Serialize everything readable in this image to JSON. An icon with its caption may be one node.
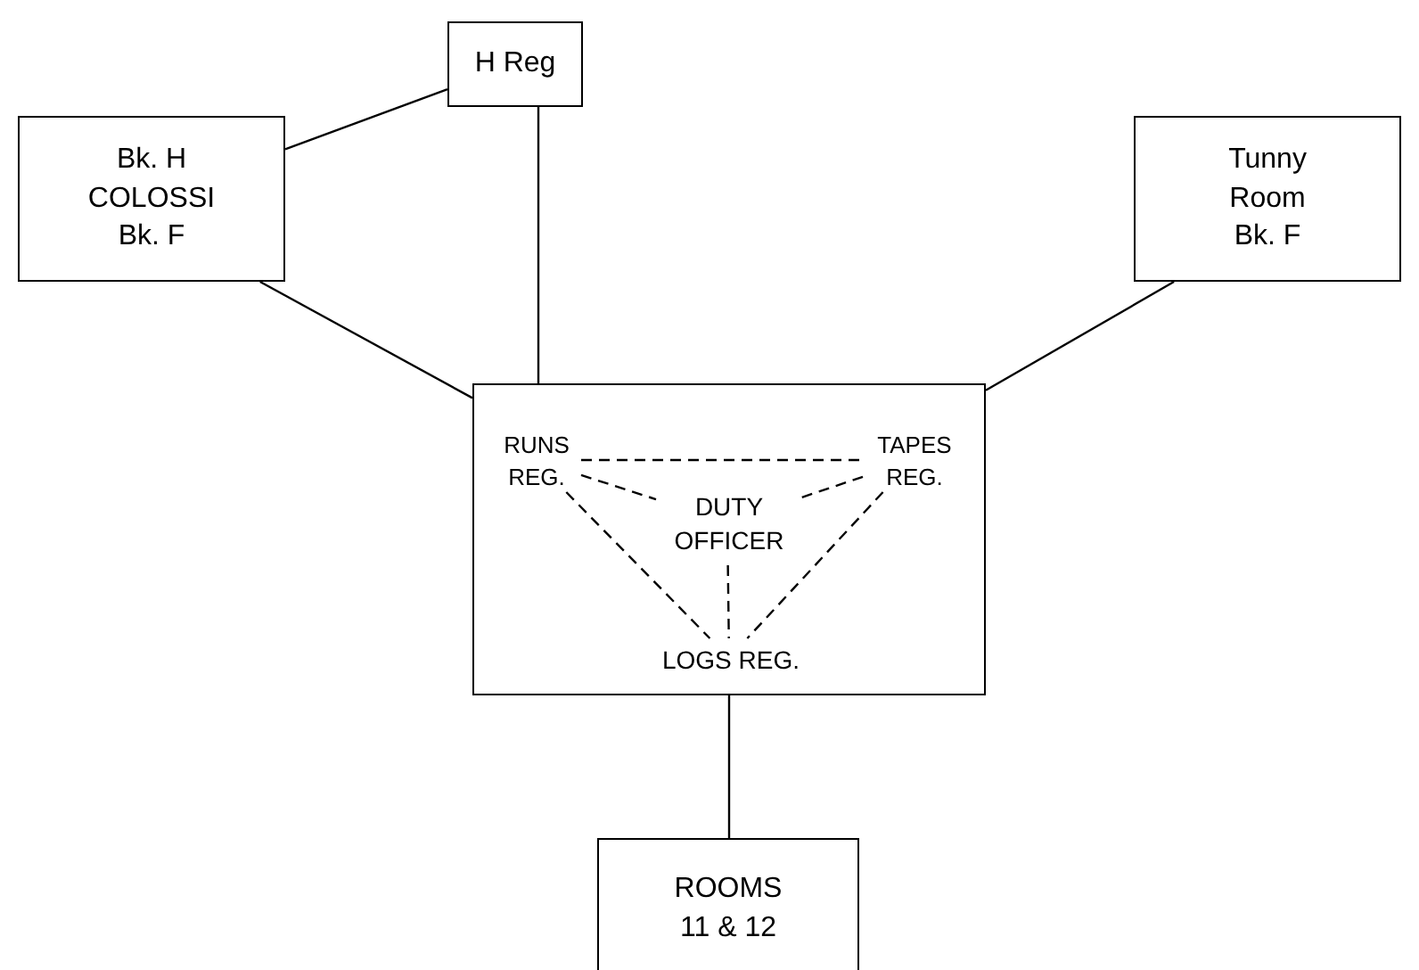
{
  "diagram": {
    "nodes": [
      {
        "text": [
          "H Reg"
        ]
      },
      {
        "text": [
          "Bk. H COLOSSI Bk. F"
        ]
      },
      {
        "text": [
          "Tunny Room Bk. F"
        ]
      },
      {
        "text": [],
        "shape": "box"
      },
      {
        "text": [
          "RUNS REG."
        ],
        "in": 3
      },
      {
        "text": [
          "TAPES REG."
        ],
        "in": 3
      },
      {
        "text": [
          "DUTY OFFICER"
        ],
        "in": 3
      },
      {
        "text": [
          "LOGS REG."
        ],
        "in": 3
      },
      {
        "text": [
          "ROOMS 11 & 12"
        ]
      }
    ],
    "edges": [
      {
        "from": 1,
        "to": 0,
        "arrow": "none"
      },
      {
        "from": 0,
        "to": 3,
        "arrow": "none"
      },
      {
        "from": 1,
        "to": 3,
        "arrow": "none"
      },
      {
        "from": 2,
        "to": 3,
        "arrow": "none"
      },
      {
        "from": 3,
        "to": 8,
        "arrow": "none"
      },
      {
        "from": 4,
        "to": 5,
        "arrow": "none",
        "style": "dashed"
      },
      {
        "from": 4,
        "to": 6,
        "arrow": "none",
        "style": "dashed"
      },
      {
        "from": 5,
        "to": 6,
        "arrow": "none",
        "style": "dashed"
      },
      {
        "from": 4,
        "to": 7,
        "arrow": "none",
        "style": "dashed"
      },
      {
        "from": 5,
        "to": 7,
        "arrow": "none",
        "style": "dashed"
      },
      {
        "from": 6,
        "to": 7,
        "arrow": "none",
        "style": "dashed"
      }
    ]
  }
}
